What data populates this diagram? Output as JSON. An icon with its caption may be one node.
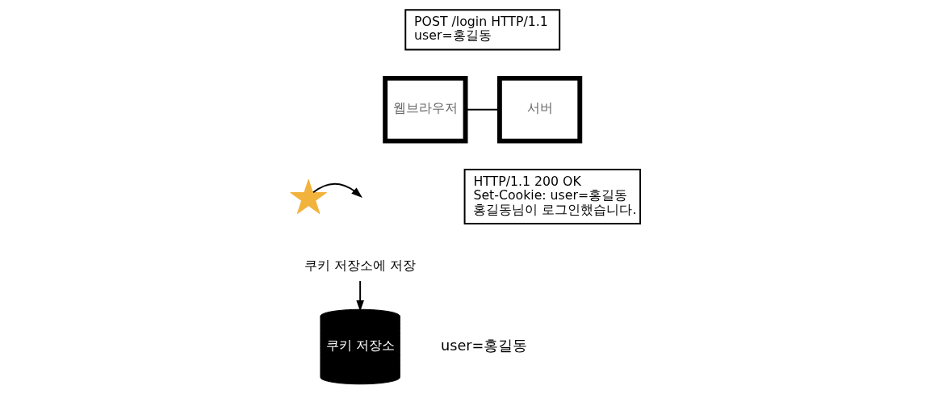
{
  "diagram": {
    "nodes": [
      {
        "text": [
          "웹브라우저"
        ]
      },
      {
        "text": [
          "서버"
        ]
      },
      {
        "text": [
          "POST /login HTTP/1.1",
          "user=홍길동"
        ]
      },
      {
        "text": [
          "HTTP/1.1 200 OK",
          "Set-Cookie: user=홍길동",
          "홍길동님이 로그인했습니다."
        ]
      },
      {
        "text": [],
        "shape": "star"
      },
      {
        "text": [
          "쿠키 저장소"
        ],
        "beside": [
          "user=홍길동"
        ]
      },
      {
        "text": [
          "쿠키 저장소에 저장"
        ]
      }
    ],
    "edges": [
      {
        "from": 0,
        "to": 1,
        "arrow": "none"
      },
      {
        "from": 4,
        "to": null,
        "arrow": "to"
      },
      {
        "from": 6,
        "to": 5,
        "arrow": "to"
      }
    ]
  }
}
